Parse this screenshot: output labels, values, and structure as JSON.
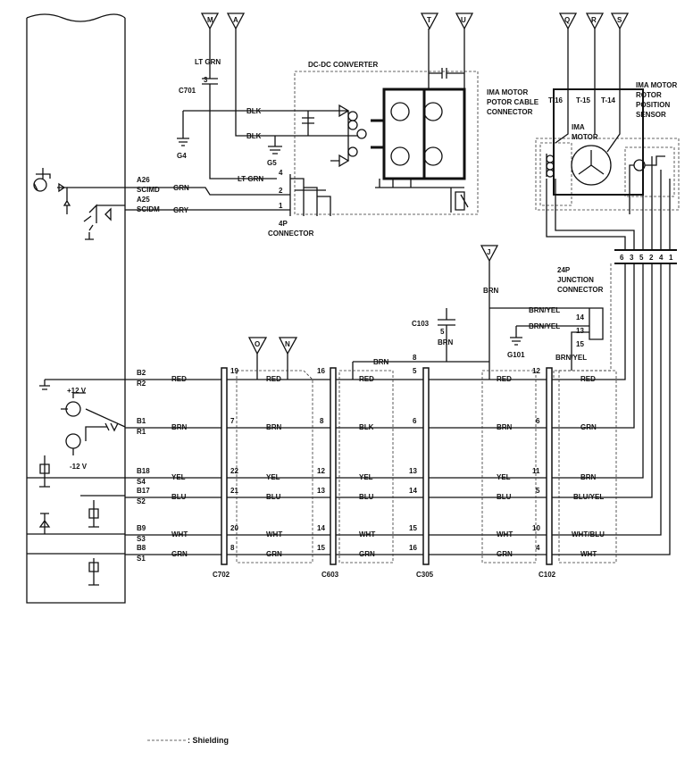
{
  "grounds": {
    "g4": "G4",
    "g5": "G5",
    "g101": "G101"
  },
  "supplies": {
    "plus12": "+12 V",
    "minus12": "-12 V"
  },
  "terminals": {
    "m": "M",
    "a": "A",
    "t": "T",
    "u": "U",
    "q": "Q",
    "r": "R",
    "s": "S",
    "j": "J",
    "o": "O",
    "n": "N"
  },
  "converter": {
    "title": "DC-DC CONVERTER",
    "c701": "C701",
    "c701_pin": "3",
    "ltgrn": "LT GRN",
    "blk1": "BLK",
    "blk2": "BLK",
    "ltgrn2": "LT GRN",
    "grn": "GRN",
    "gry": "GRY",
    "pin4": "4",
    "pin2": "2",
    "pin1": "1",
    "conn_l1": "4P",
    "conn_l2": "CONNECTOR"
  },
  "ecm": {
    "a26": "A26",
    "scimd": "SCIMD",
    "a25": "A25",
    "scidm": "SCIDM",
    "b2": "B2",
    "r2": "R2",
    "b1": "B1",
    "r1": "R1",
    "b18": "B18",
    "s4": "S4",
    "b17": "B17",
    "s2": "S2",
    "b9": "B9",
    "s3": "S3",
    "b8": "B8",
    "s1": "S1"
  },
  "motor": {
    "t16": "T-16",
    "t15": "T-15",
    "t14": "T-14",
    "cable_l1": "IMA MOTOR",
    "cable_l2": "POTOR CABLE",
    "cable_l3": "CONNECTOR",
    "motor_l1": "IMA",
    "motor_l2": "MOTOR",
    "sensor_l1": "IMA MOTOR",
    "sensor_l2": "ROTOR",
    "sensor_l3": "POSITION",
    "sensor_l4": "SENSOR"
  },
  "junction": {
    "l1": "24P",
    "l2": "JUNCTION",
    "l3": "CONNECTOR",
    "pins": [
      "6",
      "3",
      "5",
      "2",
      "4",
      "1"
    ],
    "brn": "BRN",
    "brnyel1": "BRN/YEL",
    "brnyel2": "BRN/YEL",
    "brnyel3": "BRN/YEL",
    "p14": "14",
    "p13": "13",
    "p15": "15",
    "c103": "C103",
    "c103_pin": "5",
    "c103_brn": "BRN"
  },
  "mid": {
    "brn": "BRN",
    "pin8": "8"
  },
  "connectors": {
    "c702": "C702",
    "c603": "C603",
    "c305": "C305",
    "c102": "C102"
  },
  "wires": {
    "seg1": [
      "RED",
      "BRN",
      "YEL",
      "BLU",
      "WHT",
      "GRN"
    ],
    "seg2": [
      "RED",
      "BRN",
      "YEL",
      "BLU",
      "WHT",
      "GRN"
    ],
    "seg3": [
      "RED",
      "BLK",
      "YEL",
      "BLU",
      "WHT",
      "GRN"
    ],
    "seg4": [
      "RED",
      "BRN",
      "YEL",
      "BLU",
      "WHT",
      "GRN"
    ],
    "seg5": [
      "RED",
      "GRN",
      "BRN",
      "BLU/YEL",
      "WHT/BLU",
      "WHT"
    ]
  },
  "pins": {
    "c702": [
      "19",
      "7",
      "22",
      "21",
      "20",
      "8"
    ],
    "c603": [
      "16",
      "8",
      "12",
      "13",
      "14",
      "15"
    ],
    "c305": [
      "5",
      "6",
      "13",
      "14",
      "15",
      "16"
    ],
    "c102": [
      "12",
      "6",
      "11",
      "5",
      "10",
      "4"
    ]
  },
  "legend": {
    "text": ": Shielding"
  }
}
